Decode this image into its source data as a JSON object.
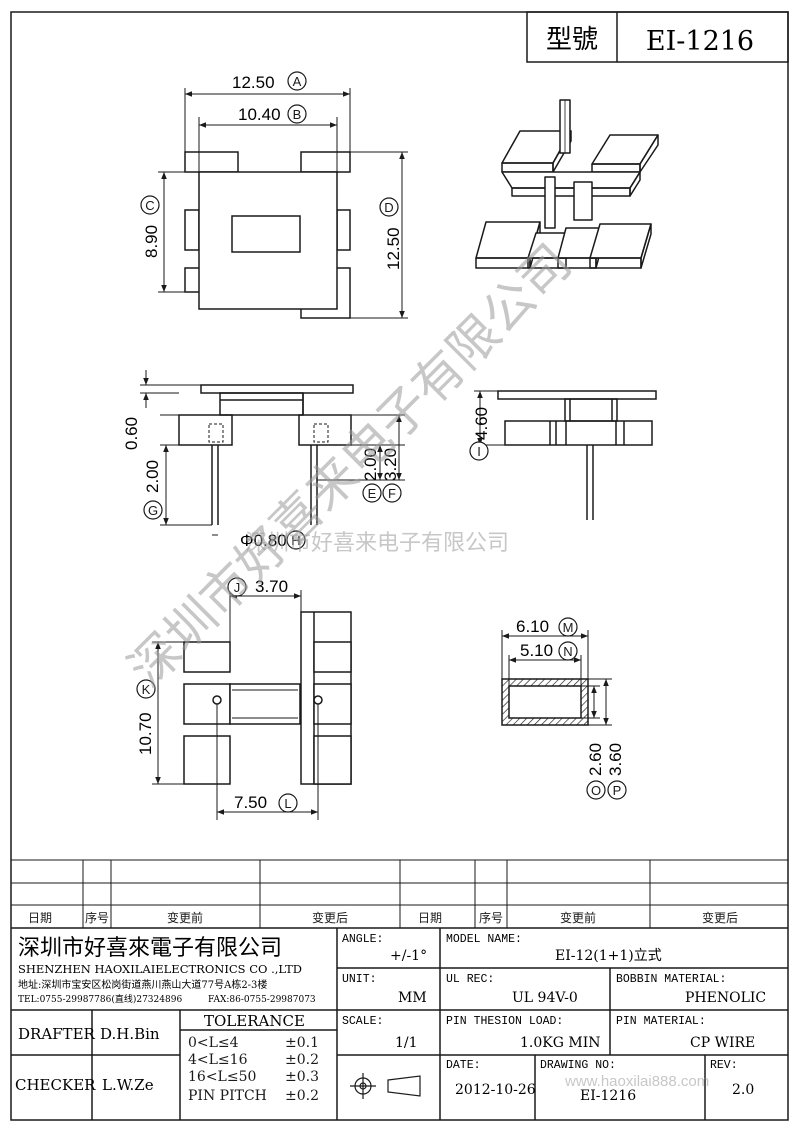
{
  "model_box": {
    "label": "型號",
    "model": "EI-1216"
  },
  "dimensions": {
    "A": "12.50",
    "B": "10.40",
    "C": "8.90",
    "D": "12.50",
    "top_gap": "0.60",
    "G": "2.00",
    "E": "2.00",
    "F": "3.20",
    "I": "4.60",
    "H": "Φ0.80",
    "J": "3.70",
    "K": "10.70",
    "L": "7.50",
    "M": "6.10",
    "N": "5.10",
    "O": "2.60",
    "P": "3.60"
  },
  "markers": [
    "A",
    "B",
    "C",
    "D",
    "E",
    "F",
    "G",
    "H",
    "I",
    "J",
    "K",
    "L",
    "M",
    "N",
    "O",
    "P"
  ],
  "watermark": {
    "diagonal": "深圳市好喜来电子有限公司",
    "center": "深圳市好喜来电子有限公司",
    "footer": "www.haoxilai888.com"
  },
  "revision_header": {
    "date": "日期",
    "seq": "序号",
    "before": "变更前",
    "after": "变更后"
  },
  "company": {
    "name_cn": "深圳市好喜來電子有限公司",
    "name_en": "SHENZHEN HAOXILAIELECTRONICS CO .,LTD",
    "address": "地址:深圳市宝安区松岗街道燕川燕山大道77号A栋2-3楼",
    "tel": "TEL:0755-29987786(直线)27324896",
    "fax": "FAX:86-0755-29987073"
  },
  "info": {
    "angle_label": "ANGLE:",
    "angle_value": "+/-1°",
    "model_name_label": "MODEL NAME:",
    "model_name_value": "EI-12(1+1)立式",
    "unit_label": "UNIT:",
    "unit_value": "MM",
    "ul_label": "UL REC:",
    "ul_value": "UL 94V-0",
    "bobbin_label": "BOBBIN MATERIAL:",
    "bobbin_value": "PHENOLIC",
    "scale_label": "SCALE:",
    "scale_value": "1/1",
    "pin_load_label": "PIN THESION LOAD:",
    "pin_load_value": "1.0KG MIN",
    "pin_material_label": "PIN MATERIAL:",
    "pin_material_value": "CP  WIRE",
    "date_label": "DATE:",
    "date_value": "2012-10-26",
    "drawing_no_label": "DRAWING NO:",
    "drawing_no_value": "EI-1216",
    "rev_label": "REV:",
    "rev_value": "2.0",
    "drafter_label": "DRAFTER",
    "drafter_value": "D.H.Bin",
    "checker_label": "CHECKER",
    "checker_value": "L.W.Ze",
    "tolerance_title": "TOLERANCE",
    "tolerance_rows": [
      {
        "range": "0<L≤4",
        "value": "±0.1"
      },
      {
        "range": "4<L≤16",
        "value": "±0.2"
      },
      {
        "range": "16<L≤50",
        "value": "±0.3"
      },
      {
        "range": "PIN PITCH",
        "value": "±0.2"
      }
    ]
  }
}
